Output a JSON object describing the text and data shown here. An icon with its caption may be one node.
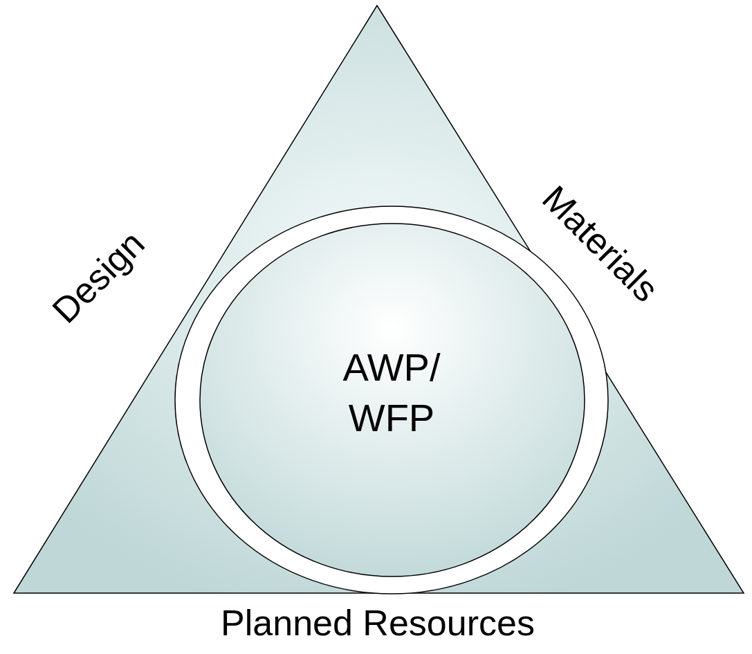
{
  "diagram": {
    "nodes": [
      {
        "text": [
          "Design",
          "Materials",
          "Planned Resources"
        ]
      },
      {
        "text": [
          "AWP/ WFP"
        ],
        "in": 0
      }
    ]
  }
}
